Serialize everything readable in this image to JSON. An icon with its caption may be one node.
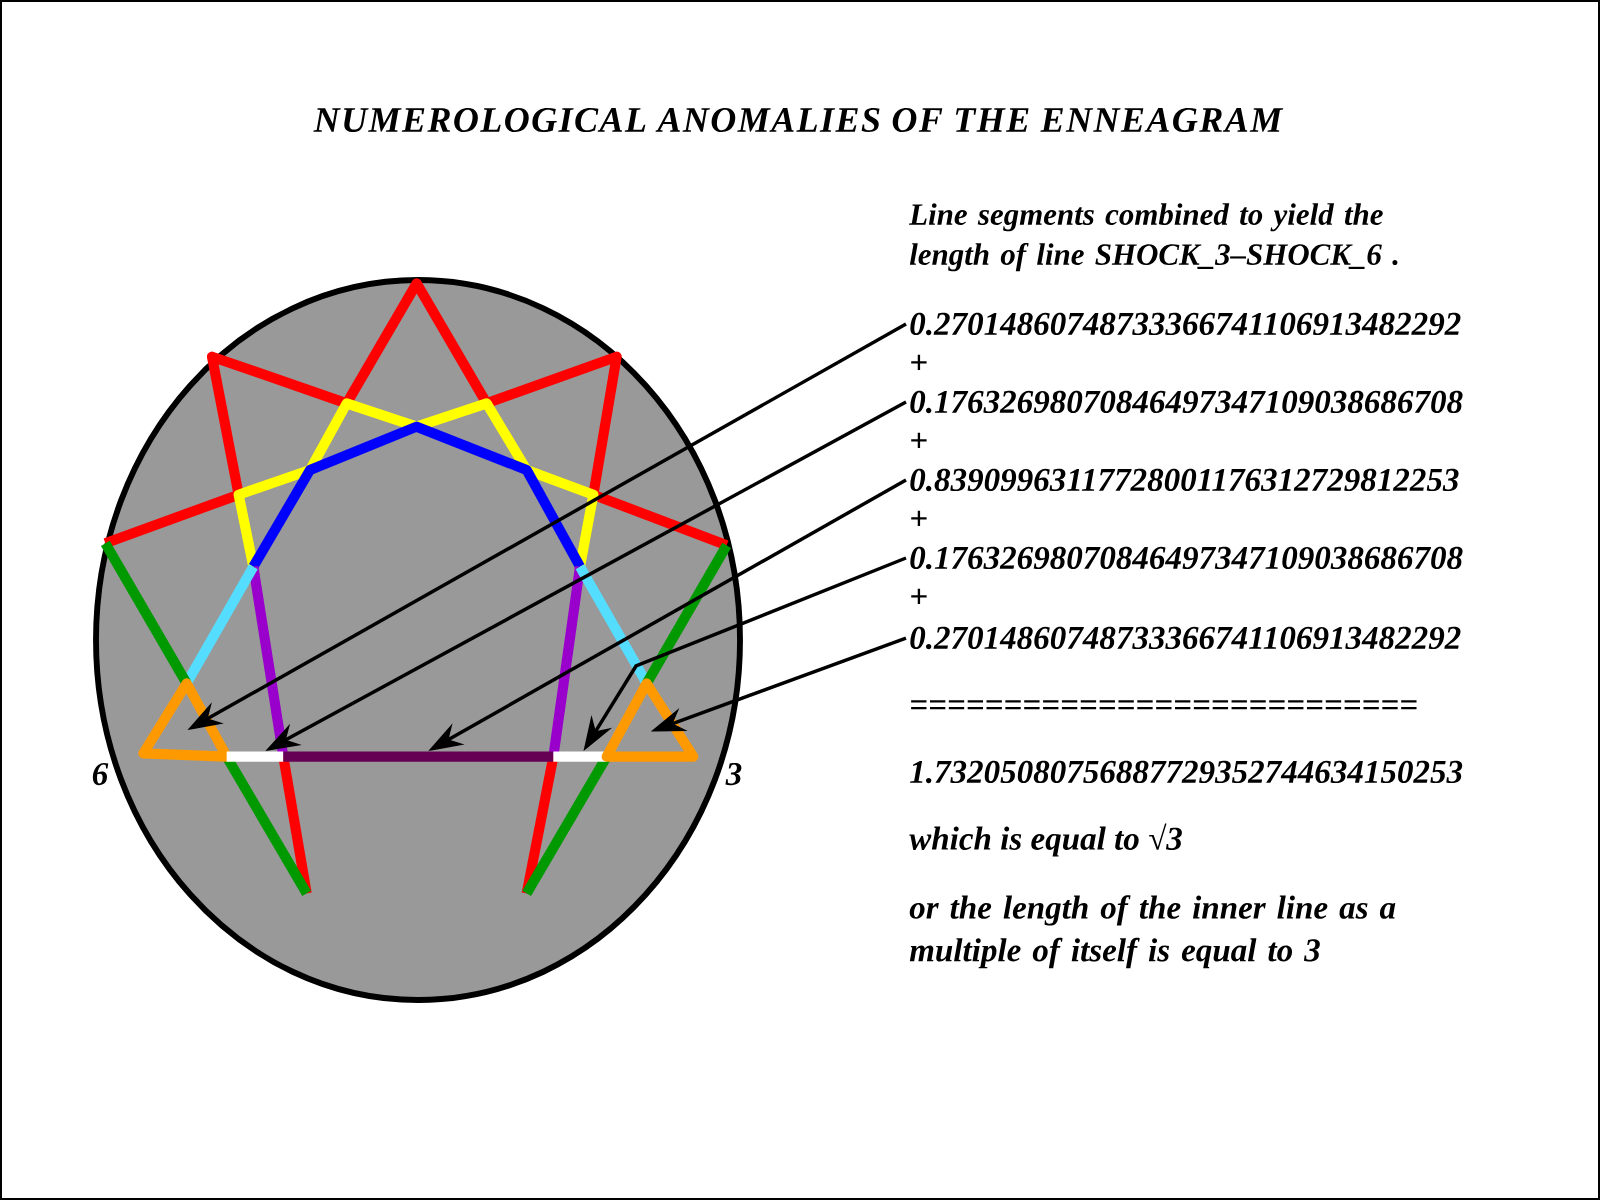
{
  "diagram": {
    "title": "NUMEROLOGICAL ANOMALIES OF THE ENNEAGRAM",
    "nodes": [
      {
        "text": [
          "0.27014860748733366741106913482292"
        ]
      },
      {
        "text": [
          "0.17632698070846497347109038686708"
        ]
      },
      {
        "text": [
          "0.83909963117728001176312729812253"
        ]
      },
      {
        "text": [
          "0.17632698070846497347109038686708"
        ]
      },
      {
        "text": [
          "0.27014860748733366741106913482292"
        ]
      },
      {
        "text": [],
        "shape": "triangle"
      },
      {
        "text": [],
        "shape": "bar"
      },
      {
        "text": [],
        "shape": "bar"
      },
      {
        "text": [],
        "shape": "bar"
      },
      {
        "text": [],
        "shape": "triangle"
      }
    ],
    "edges": [
      {
        "from": 0,
        "to": 5,
        "arrow": "to"
      },
      {
        "from": 1,
        "to": 6,
        "arrow": "to"
      },
      {
        "from": 2,
        "to": 7,
        "arrow": "to"
      },
      {
        "from": 3,
        "to": 8,
        "arrow": "to"
      },
      {
        "from": 4,
        "to": 9,
        "arrow": "to"
      }
    ],
    "labels": [
      "Line segments combined to yield the length of line SHOCK_3–SHOCK_6 .",
      "+",
      "+",
      "+",
      "+",
      "===========================",
      "1.73205080756887729352744634150253",
      "which is equal to √3",
      "or the length of the inner line as a multiple of itself is equal to 3",
      "6",
      "3"
    ]
  }
}
